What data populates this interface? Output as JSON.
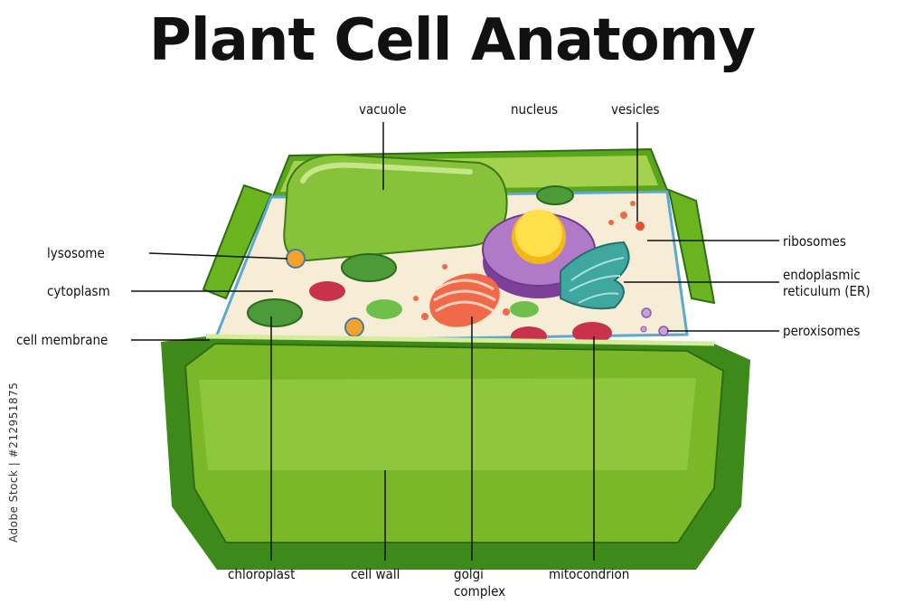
{
  "title": "Plant Cell Anatomy",
  "stock_id": "Adobe Stock | #212951875",
  "labels": {
    "vacuole": "vacuole",
    "nucleus": "nucleus",
    "vesicles": "vesicles",
    "lysosome": "lysosome",
    "cytoplasm": "cytoplasm",
    "cell_membrane": "cell membrane",
    "ribosomes": "ribosomes",
    "er_line1": "endoplasmic",
    "er_line2": "reticulum (ER)",
    "peroxisomes": "peroxisomes",
    "chloroplast": "chloroplast",
    "cell_wall": "cell wall",
    "golgi_line1": "golgi",
    "golgi_line2": "complex",
    "mitocondrion": "mitocondrion"
  },
  "colors": {
    "wall_dark": "#3d8a1a",
    "wall_mid": "#6ab41f",
    "wall_light": "#9fd14a",
    "cytoplasm": "#f7ecd6",
    "membrane": "#59a8d6",
    "vacuole": "#86c23a",
    "nucleus": "#9a5fb4",
    "nucleolus": "#ffe04a",
    "golgi": "#f06a4a",
    "er": "#3fa6a0",
    "mitochondria": "#c8324a",
    "chloroplast": "#4c9a3a",
    "lysosome": "#f3a22c"
  }
}
